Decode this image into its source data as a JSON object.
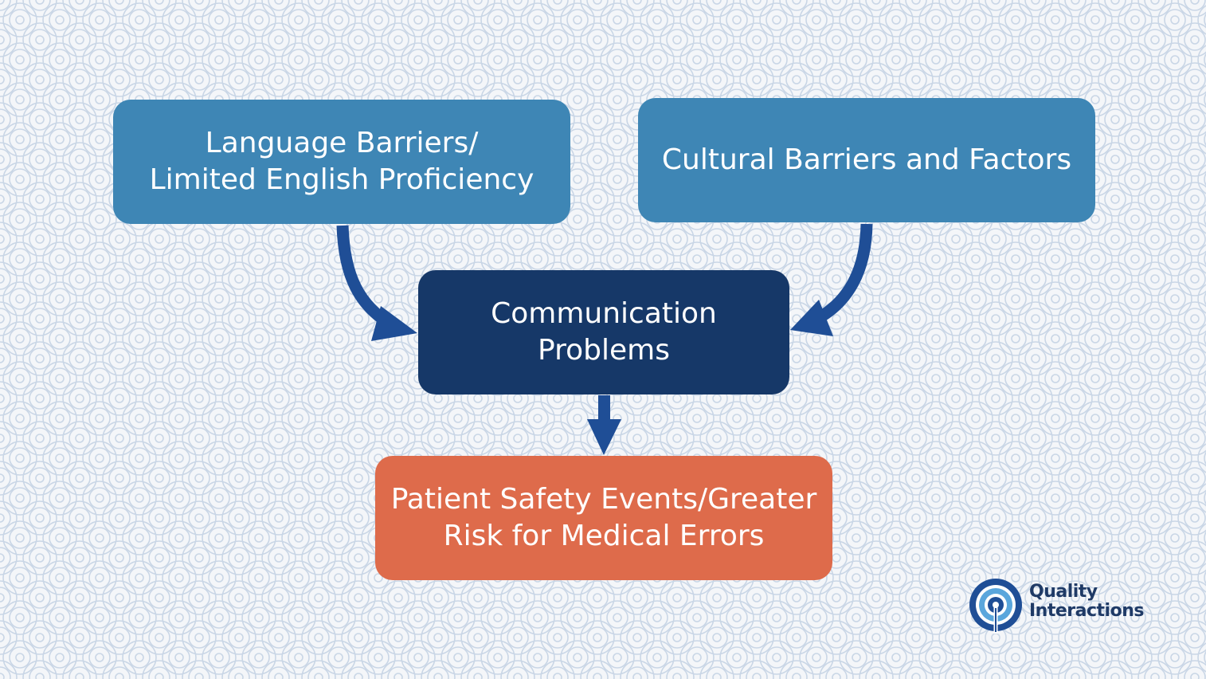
{
  "colors": {
    "background": "#f4f6f9",
    "pattern": "#c9d6e6",
    "light_blue_box": "#3e86b5",
    "dark_blue_box": "#163868",
    "orange_box": "#de6b4b",
    "arrow": "#1f4e96",
    "logo_blue": "#1f4e96",
    "logo_light": "#5aa6dc"
  },
  "diagram": {
    "nodes": [
      {
        "id": "language",
        "lines": [
          "Language Barriers/",
          "Limited English Proficiency"
        ]
      },
      {
        "id": "cultural",
        "lines": [
          "Cultural Barriers and Factors"
        ]
      },
      {
        "id": "communication",
        "lines": [
          "Communication",
          "Problems"
        ]
      },
      {
        "id": "patient_safety",
        "lines": [
          "Patient Safety Events/Greater",
          "Risk for Medical Errors"
        ]
      }
    ],
    "edges": [
      {
        "from": "language",
        "to": "communication"
      },
      {
        "from": "cultural",
        "to": "communication"
      },
      {
        "from": "communication",
        "to": "patient_safety"
      }
    ]
  },
  "logo": {
    "icon": "quality-interactions-logo-icon",
    "lines": [
      "Quality",
      "Interactions"
    ]
  }
}
